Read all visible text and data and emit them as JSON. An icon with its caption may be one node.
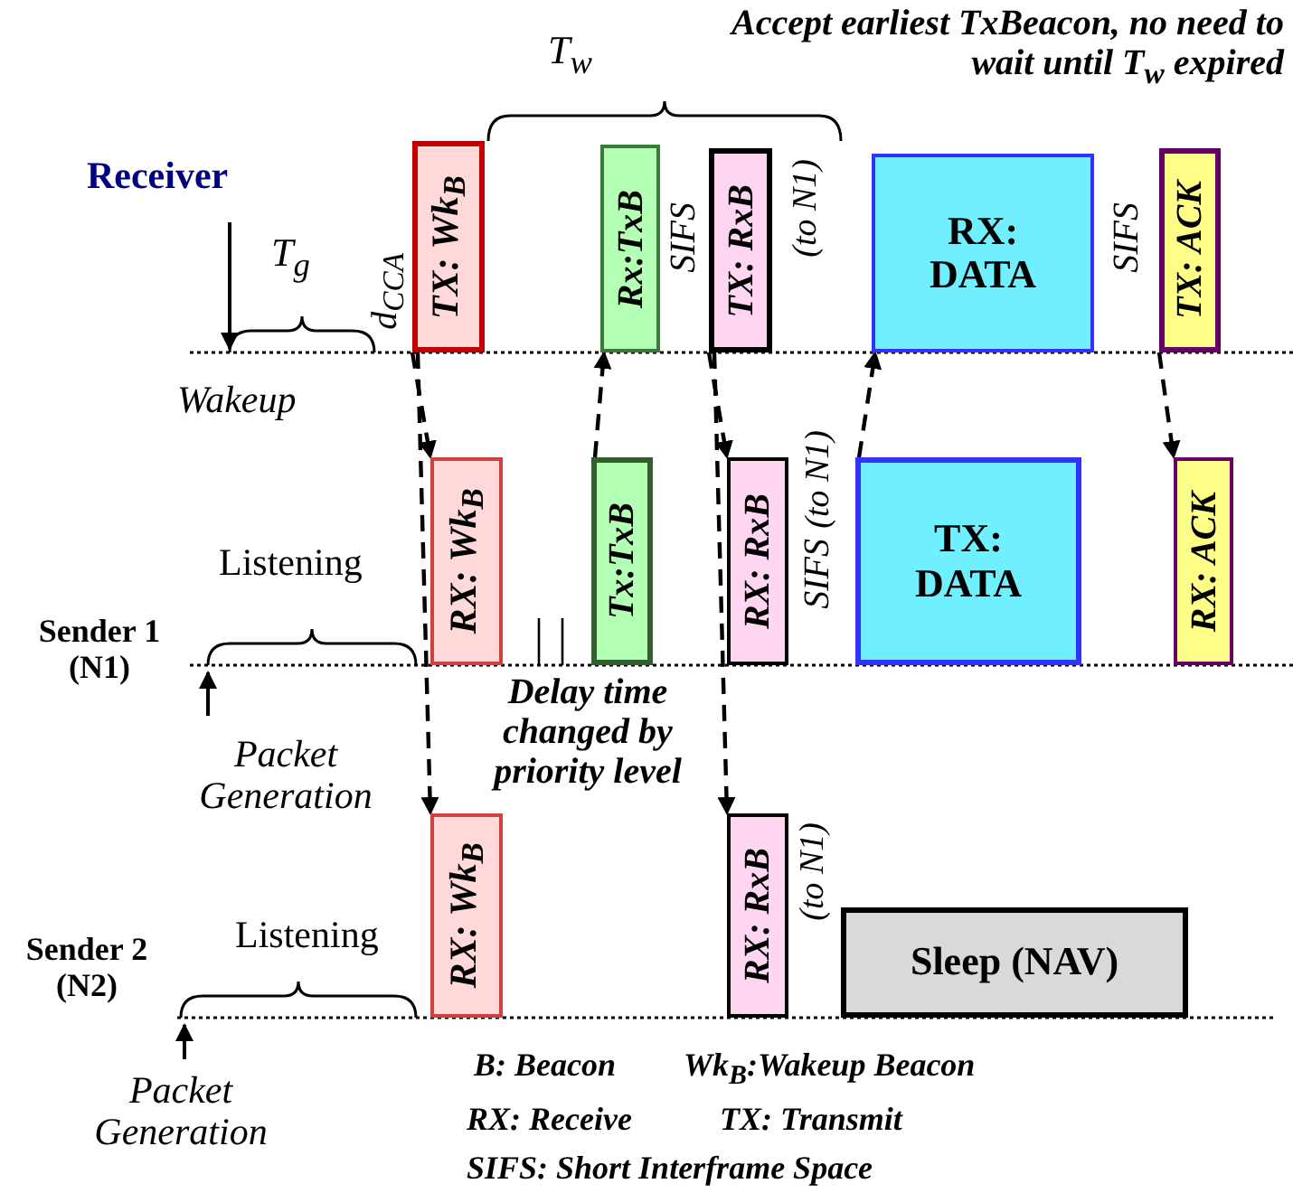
{
  "diagram": {
    "nodes": [
      {
        "text": [
          "TX: Wk$_{B}$"
        ]
      },
      {
        "text": [
          "Rx:TxB"
        ]
      },
      {
        "text": [
          "TX: RxB"
        ]
      },
      {
        "text": [
          "RX: DATA"
        ]
      },
      {
        "text": [
          "TX: ACK"
        ]
      },
      {
        "text": [
          "RX: Wk$_{B}$"
        ]
      },
      {
        "text": [
          "Tx:TxB"
        ]
      },
      {
        "text": [
          "RX: RxB"
        ]
      },
      {
        "text": [
          "TX: DATA"
        ]
      },
      {
        "text": [
          "RX: ACK"
        ]
      },
      {
        "text": [
          "RX: Wk$_{B}$"
        ]
      },
      {
        "text": [
          "RX: RxB"
        ]
      },
      {
        "text": [
          "Sleep (NAV)"
        ]
      }
    ],
    "edges": [
      {
        "from": 0,
        "to": 5,
        "arrow": "to",
        "style": "dashed"
      },
      {
        "from": 0,
        "to": 10,
        "arrow": "to",
        "style": "dashed"
      },
      {
        "from": 6,
        "to": 1,
        "arrow": "to",
        "style": "dashed"
      },
      {
        "from": 2,
        "to": 7,
        "arrow": "to",
        "style": "dashed"
      },
      {
        "from": 2,
        "to": 11,
        "arrow": "to",
        "style": "dashed"
      },
      {
        "from": 8,
        "to": 3,
        "arrow": "to",
        "style": "dashed"
      },
      {
        "from": 4,
        "to": 9,
        "arrow": "to",
        "style": "dashed"
      }
    ],
    "labels": [
      "Receiver",
      "T$_{g}$",
      "d$_{CCA}$",
      "T$_{w}$",
      "Accept earliest TxBeacon, no need to wait until T$_{w}$ expired",
      "SIFS",
      "(to N1)",
      "SIFS",
      "Wakeup",
      "Listening",
      "Sender 1 (N1)",
      "(to N1)",
      "SIFS",
      "Delay time changed by priority level",
      "Packet Generation",
      "(to N1)",
      "Listening",
      "Sender 2 (N2)",
      "Packet Generation",
      "B: Beacon",
      "Wk$_{B}$:Wakeup Beacon",
      "RX: Receive",
      "TX: Transmit",
      "SIFS: Short Interframe Space"
    ]
  }
}
